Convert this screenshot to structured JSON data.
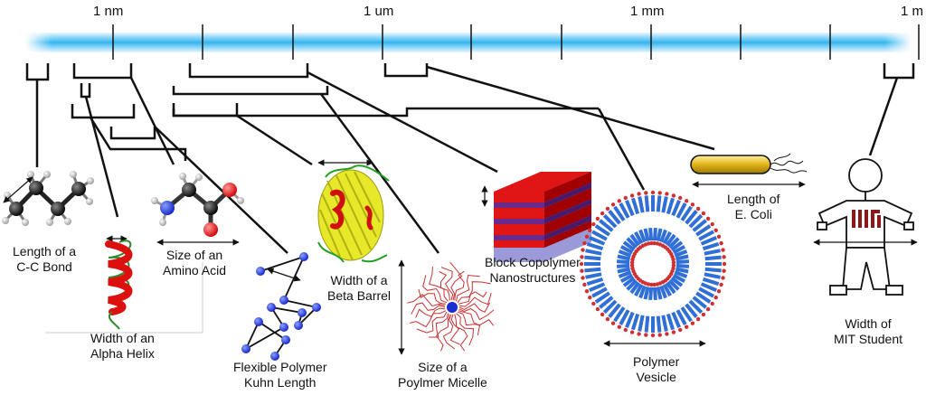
{
  "scale": {
    "tick_labels": [
      "1 nm",
      "1 um",
      "1 mm",
      "1 m"
    ]
  },
  "labels": {
    "cc_bond": [
      "Length of a",
      "C-C Bond"
    ],
    "alpha_helix": [
      "Width of an",
      "Alpha Helix"
    ],
    "amino_acid": [
      "Size of an",
      "Amino Acid"
    ],
    "kuhn": [
      "Flexible Polymer",
      "Kuhn Length"
    ],
    "beta_barrel": [
      "Width of a",
      "Beta Barrel"
    ],
    "micelle": [
      "Size of a",
      "Poylmer Micelle"
    ],
    "copolymer": [
      "Block Copolymer",
      "Nanostructures"
    ],
    "vesicle": [
      "Polymer",
      "Vesicle"
    ],
    "ecoli": [
      "Length of",
      "E. Coli"
    ],
    "mit": [
      "Width of",
      "MIT Student"
    ]
  },
  "mit_logo": "MIT"
}
